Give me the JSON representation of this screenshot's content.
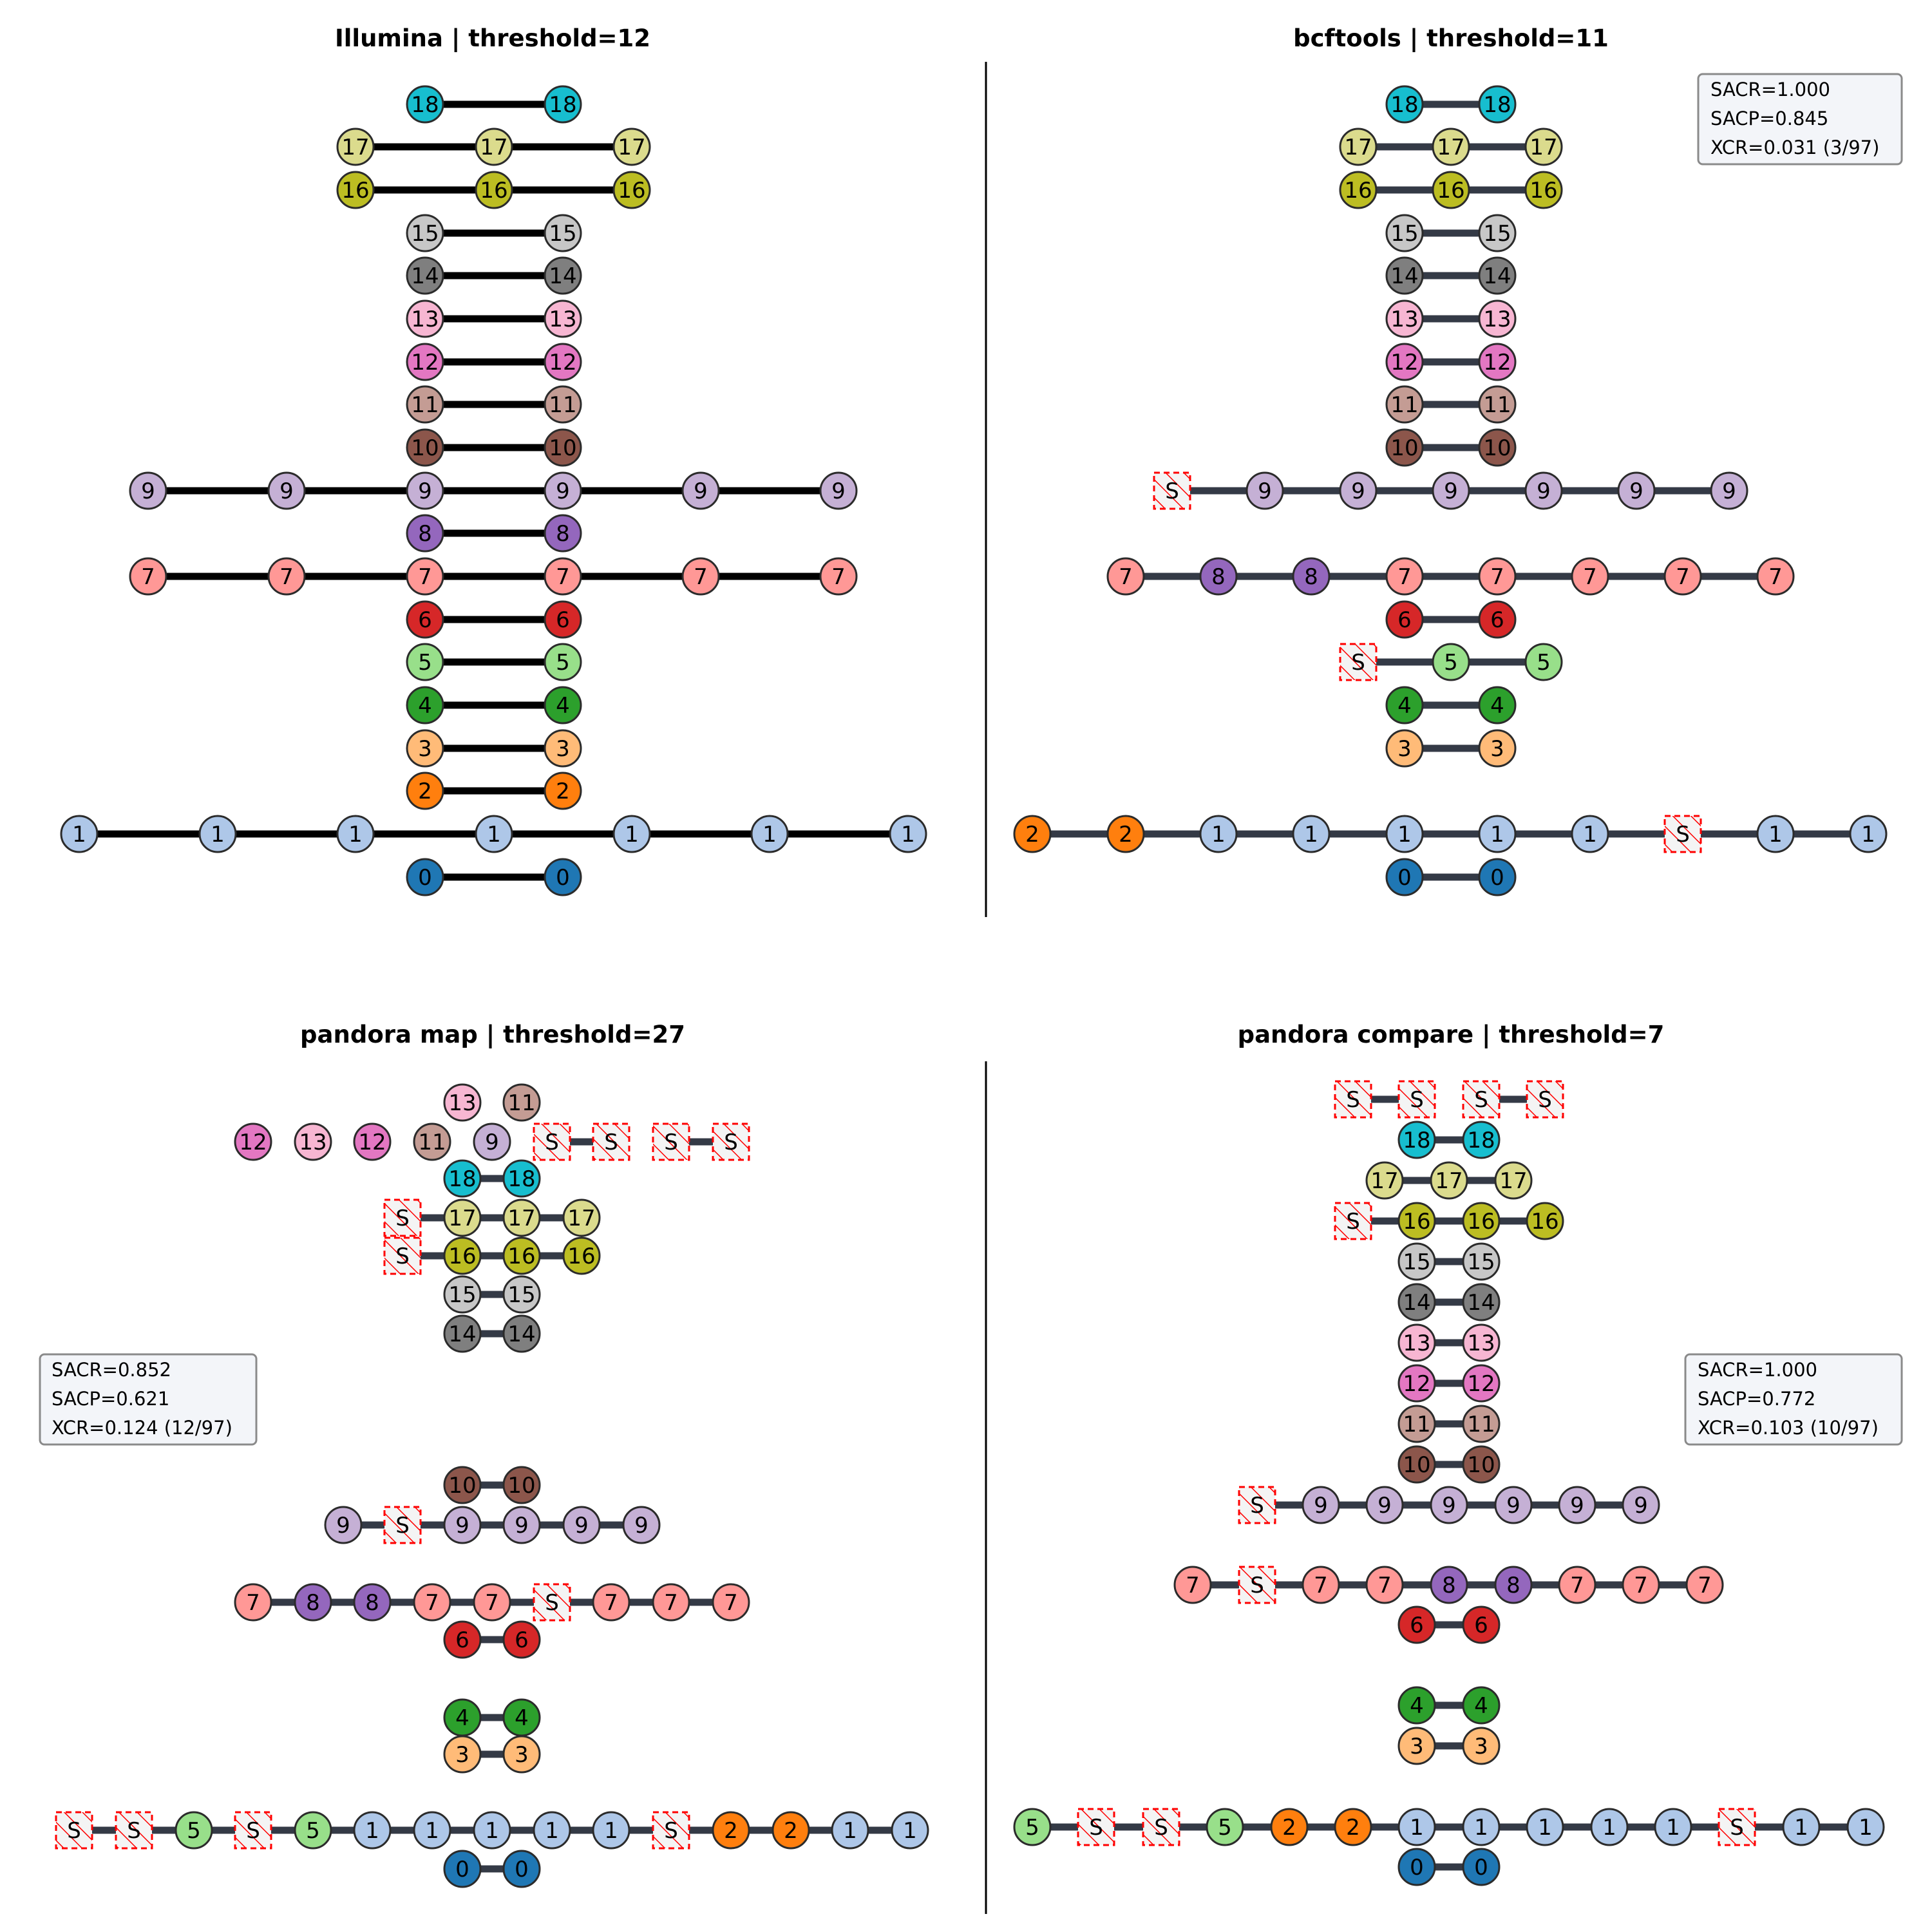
{
  "figure": {
    "panels": [
      {
        "id": "illumina",
        "title": "Illumina | threshold=12",
        "rows": [
          {
            "nodes": [
              "18",
              "18"
            ]
          },
          {
            "nodes": [
              "17",
              "17",
              "17"
            ]
          },
          {
            "nodes": [
              "16",
              "16",
              "16"
            ]
          },
          {
            "nodes": [
              "15",
              "15"
            ]
          },
          {
            "nodes": [
              "14",
              "14"
            ]
          },
          {
            "nodes": [
              "13",
              "13"
            ]
          },
          {
            "nodes": [
              "12",
              "12"
            ]
          },
          {
            "nodes": [
              "11",
              "11"
            ]
          },
          {
            "nodes": [
              "10",
              "10"
            ]
          },
          {
            "nodes": [
              "9",
              "9",
              "9",
              "9",
              "9",
              "9"
            ]
          },
          {
            "nodes": [
              "8",
              "8"
            ]
          },
          {
            "nodes": [
              "7",
              "7",
              "7",
              "7",
              "7",
              "7"
            ]
          },
          {
            "nodes": [
              "6",
              "6"
            ]
          },
          {
            "nodes": [
              "5",
              "5"
            ]
          },
          {
            "nodes": [
              "4",
              "4"
            ]
          },
          {
            "nodes": [
              "3",
              "3"
            ]
          },
          {
            "nodes": [
              "2",
              "2"
            ]
          },
          {
            "nodes": [
              "1",
              "1",
              "1",
              "1",
              "1",
              "1",
              "1"
            ]
          },
          {
            "nodes": [
              "0",
              "0"
            ]
          }
        ]
      },
      {
        "id": "bcftools",
        "title": "bcftools | threshold=11",
        "stats": [
          "SACR=1.000",
          "SACP=0.845",
          "XCR=0.031 (3/97)"
        ],
        "rows": [
          {
            "nodes": [
              "18",
              "18"
            ]
          },
          {
            "nodes": [
              "17",
              "17",
              "17"
            ]
          },
          {
            "nodes": [
              "16",
              "16",
              "16"
            ]
          },
          {
            "nodes": [
              "15",
              "15"
            ]
          },
          {
            "nodes": [
              "14",
              "14"
            ]
          },
          {
            "nodes": [
              "13",
              "13"
            ]
          },
          {
            "nodes": [
              "12",
              "12"
            ]
          },
          {
            "nodes": [
              "11",
              "11"
            ]
          },
          {
            "nodes": [
              "10",
              "10"
            ]
          },
          {
            "nodes": [
              "S",
              "9",
              "9",
              "9",
              "9",
              "9",
              "9"
            ]
          },
          {
            "nodes": [
              "7",
              "8",
              "8",
              "7",
              "7",
              "7",
              "7",
              "7"
            ]
          },
          {
            "nodes": [
              "6",
              "6"
            ]
          },
          {
            "nodes": [
              "S",
              "5",
              "5"
            ]
          },
          {
            "nodes": [
              "4",
              "4"
            ]
          },
          {
            "nodes": [
              "3",
              "3"
            ]
          },
          {
            "nodes": [
              "2",
              "2",
              "1",
              "1",
              "1",
              "1",
              "1",
              "S",
              "1",
              "1"
            ]
          },
          {
            "nodes": [
              "0",
              "0"
            ]
          }
        ]
      },
      {
        "id": "pandora-map",
        "title": "pandora map | threshold=27",
        "stats": [
          "SACR=0.852",
          "SACP=0.621",
          "XCR=0.124 (12/97)"
        ],
        "rows": [
          {
            "nodes": [
              "13",
              "11"
            ],
            "connected": false
          },
          {
            "nodes": [
              "12",
              "13",
              "12",
              "11",
              "9"
            ],
            "connected": false
          },
          {
            "nodes": [
              "S",
              "S"
            ]
          },
          {
            "nodes": [
              "S",
              "S"
            ]
          },
          {
            "nodes": [
              "18",
              "18"
            ]
          },
          {
            "nodes": [
              "S",
              "17",
              "17",
              "17"
            ]
          },
          {
            "nodes": [
              "S",
              "16",
              "16",
              "16"
            ]
          },
          {
            "nodes": [
              "15",
              "15"
            ]
          },
          {
            "nodes": [
              "14",
              "14"
            ]
          },
          {
            "nodes": [
              "10",
              "10"
            ]
          },
          {
            "nodes": [
              "9",
              "S",
              "9",
              "9",
              "9",
              "9"
            ]
          },
          {
            "nodes": [
              "7",
              "8",
              "8",
              "7",
              "7",
              "S",
              "7",
              "7",
              "7"
            ]
          },
          {
            "nodes": [
              "6",
              "6"
            ]
          },
          {
            "nodes": [
              "4",
              "4"
            ]
          },
          {
            "nodes": [
              "3",
              "3"
            ]
          },
          {
            "nodes": [
              "S",
              "S",
              "5",
              "S",
              "5",
              "1",
              "1",
              "1",
              "1",
              "1",
              "S",
              "2",
              "2",
              "1",
              "1"
            ]
          },
          {
            "nodes": [
              "0",
              "0"
            ]
          }
        ]
      },
      {
        "id": "pandora-compare",
        "title": "pandora compare | threshold=7",
        "stats": [
          "SACR=1.000",
          "SACP=0.772",
          "XCR=0.103 (10/97)"
        ],
        "rows": [
          {
            "nodes": [
              "S",
              "S"
            ]
          },
          {
            "nodes": [
              "S",
              "S"
            ]
          },
          {
            "nodes": [
              "18",
              "18"
            ]
          },
          {
            "nodes": [
              "17",
              "17",
              "17"
            ]
          },
          {
            "nodes": [
              "S",
              "16",
              "16",
              "16"
            ]
          },
          {
            "nodes": [
              "15",
              "15"
            ]
          },
          {
            "nodes": [
              "14",
              "14"
            ]
          },
          {
            "nodes": [
              "13",
              "13"
            ]
          },
          {
            "nodes": [
              "12",
              "12"
            ]
          },
          {
            "nodes": [
              "11",
              "11"
            ]
          },
          {
            "nodes": [
              "10",
              "10"
            ]
          },
          {
            "nodes": [
              "S",
              "9",
              "9",
              "9",
              "9",
              "9",
              "9"
            ]
          },
          {
            "nodes": [
              "7",
              "S",
              "7",
              "7",
              "8",
              "8",
              "7",
              "7",
              "7"
            ]
          },
          {
            "nodes": [
              "6",
              "6"
            ]
          },
          {
            "nodes": [
              "4",
              "4"
            ]
          },
          {
            "nodes": [
              "3",
              "3"
            ]
          },
          {
            "nodes": [
              "5",
              "S",
              "S",
              "5",
              "2",
              "2",
              "1",
              "1",
              "1",
              "1",
              "1",
              "S",
              "1",
              "1"
            ]
          },
          {
            "nodes": [
              "0",
              "0"
            ]
          }
        ]
      }
    ]
  },
  "colors": {
    "0": "#1f77b4",
    "1": "#aec7e8",
    "2": "#ff7f0e",
    "3": "#ffbb78",
    "4": "#2ca02c",
    "5": "#98df8a",
    "6": "#d62728",
    "7": "#ff9896",
    "8": "#9467bd",
    "9": "#c5b0d5",
    "10": "#8c564b",
    "11": "#c49c94",
    "12": "#e377c2",
    "13": "#f7b6d2",
    "14": "#7f7f7f",
    "15": "#c7c7c7",
    "16": "#bcbd22",
    "17": "#dbdb8d",
    "18": "#17becf",
    "edge_truth": "#000000",
    "edge_tool": "#343a46",
    "node_stroke": "#2b2b2b",
    "sentinel_stroke": "#ff0000",
    "stats_box_fill": "#f3f5f9",
    "stats_box_stroke": "#8a8a8a"
  },
  "legend_markers": {
    "sentinel": "S"
  }
}
